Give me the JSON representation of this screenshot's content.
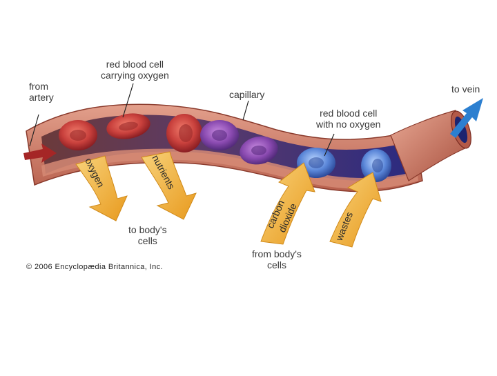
{
  "labels": {
    "from_artery": [
      "from",
      "artery"
    ],
    "red_cell_oxygen": [
      "red blood cell",
      "carrying oxygen"
    ],
    "capillary": "capillary",
    "to_vein": "to vein",
    "red_cell_no_oxygen": [
      "red blood cell",
      "with no oxygen"
    ],
    "to_bodys_cells": [
      "to body's",
      "cells"
    ],
    "from_bodys_cells": [
      "from body's",
      "cells"
    ]
  },
  "arrows": {
    "oxygen": "oxygen",
    "nutrients": "nutrients",
    "carbon_dioxide": [
      "carbon",
      "dioxide"
    ],
    "wastes": "wastes"
  },
  "copyright": "© 2006 Encyclopædia Britannica, Inc.",
  "colors": {
    "vessel_wall": "#c97a66",
    "vessel_inner": "#3a2a6a",
    "oxygen_cell": "#c8403c",
    "deoxy_cell": "#5a86d8",
    "vein_arrow": "#2c7fd0",
    "flow_arrow": "#f2b634",
    "artery_arrow": "#a52626"
  }
}
